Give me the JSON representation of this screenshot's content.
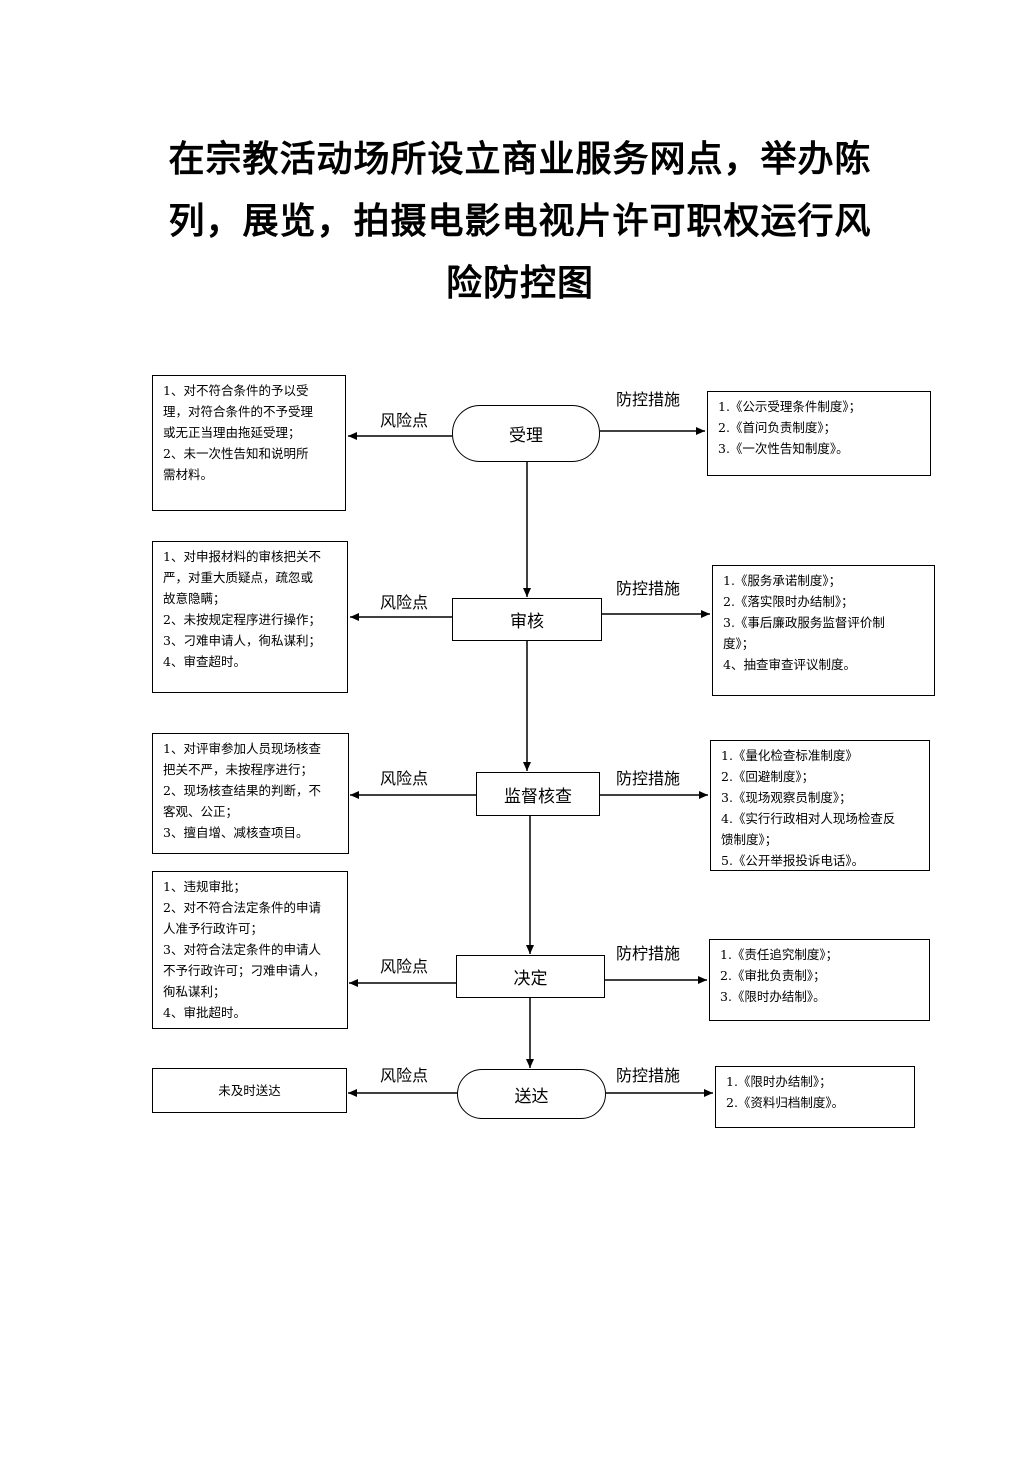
{
  "title": {
    "line1": "在宗教活动场所设立商业服务网点，举办陈",
    "line2": "列，展览，拍摄电影电视片许可职权运行风",
    "line3": "险防控图"
  },
  "labels": {
    "risk": "风险点",
    "control": "防控措施",
    "control_alt": "防柠措施"
  },
  "steps": {
    "accept": "受理",
    "review": "审核",
    "supervise": "监督核查",
    "decide": "决定",
    "deliver": "送达"
  },
  "risks": {
    "accept": [
      "1、对不符合条件的予以受",
      "理，对符合条件的不予受理",
      "或无正当理由拖延受理；",
      "2、未一次性告知和说明所",
      "需材料。"
    ],
    "review": [
      "1、对申报材料的审核把关不",
      "严，对重大质疑点，疏忽或",
      "故意隐瞒；",
      "2、未按规定程序进行操作；",
      "3、刁难申请人，徇私谋利；",
      "4、审查超时。"
    ],
    "supervise": [
      "1、对评审参加人员现场核查",
      "把关不严，未按程序进行；",
      "2、现场核查结果的判断，不",
      "客观、公正；",
      "3、擅自增、减核查项目。"
    ],
    "decide": [
      "1、违规审批；",
      "2、对不符合法定条件的申请",
      "人准予行政许可；",
      "3、对符合法定条件的申请人",
      "不予行政许可；刁难申请人，",
      "徇私谋利；",
      "4、审批超时。"
    ],
    "deliver": [
      "未及时送达"
    ]
  },
  "controls": {
    "accept": [
      "1.《公示受理条件制度》；",
      "2.《首问负责制度》；",
      "3.《一次性告知制度》。"
    ],
    "review": [
      "1.《服务承诺制度》；",
      "2.《落实限时办结制》；",
      "3.《事后廉政服务监督评价制",
      "度》；",
      "4、抽查审查评议制度。"
    ],
    "supervise": [
      "1.《量化检查标准制度》",
      "2.《回避制度》；",
      "3.《现场观察员制度》；",
      "4.《实行行政相对人现场检查反",
      "馈制度》；",
      "5.《公开举报投诉电话》。"
    ],
    "decide": [
      "1.《责任追究制度》；",
      "2.《审批负责制》；",
      "3.《限时办结制》。"
    ],
    "deliver": [
      "1.《限时办结制》；",
      "2.《资料归档制度》。"
    ]
  }
}
